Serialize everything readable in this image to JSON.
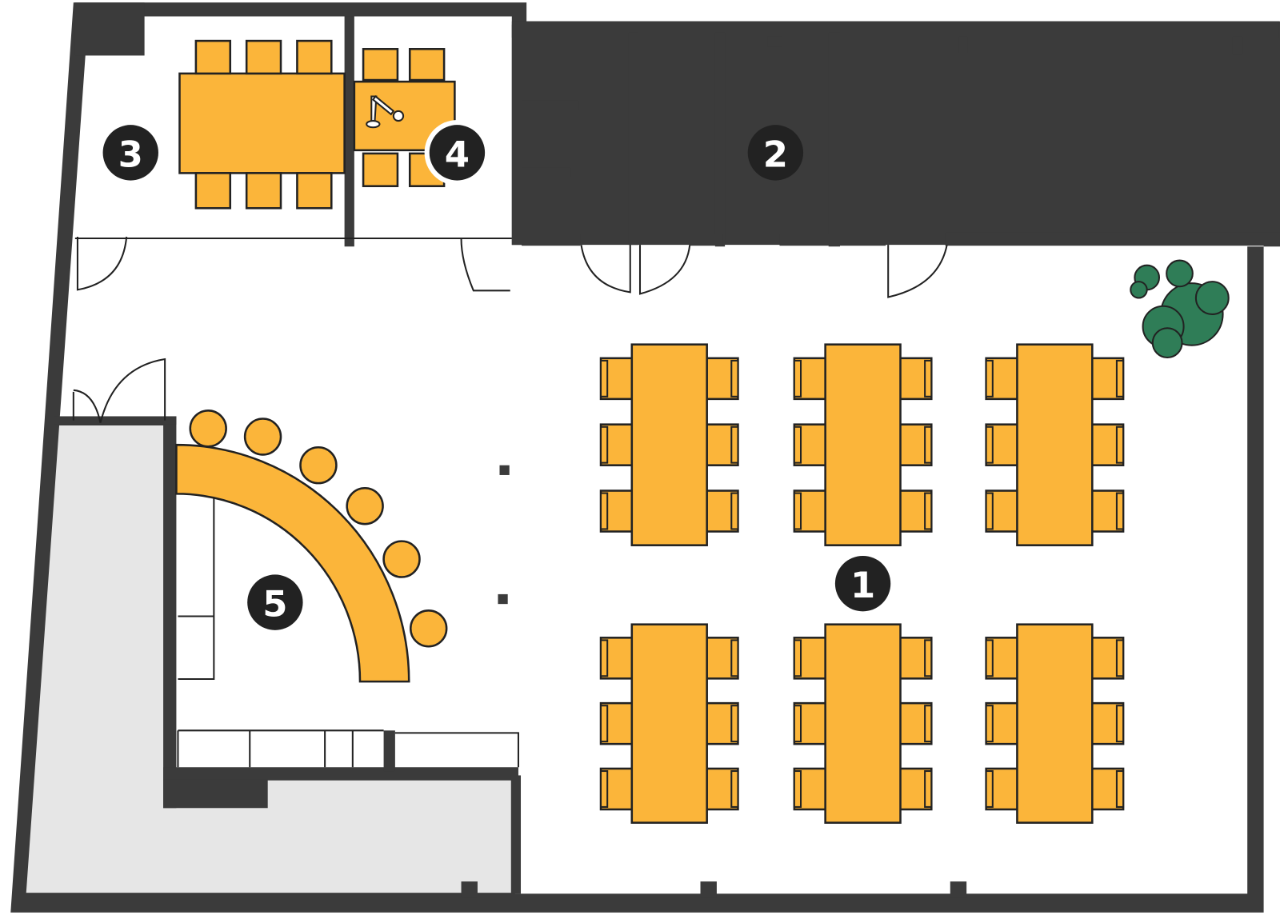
{
  "title": "Floor plan",
  "colors": {
    "wall": "#3b3b3b",
    "furniture": "#fbb53a",
    "service": "#e6e6e6",
    "plant": "#2f7d57",
    "badge": "#222222"
  },
  "areas": [
    {
      "id": "main-hall",
      "label": "1"
    },
    {
      "id": "restrooms",
      "label": "2"
    },
    {
      "id": "meeting-room-large",
      "label": "3"
    },
    {
      "id": "meeting-room-small",
      "label": "4"
    },
    {
      "id": "bar-counter",
      "label": "5"
    }
  ]
}
